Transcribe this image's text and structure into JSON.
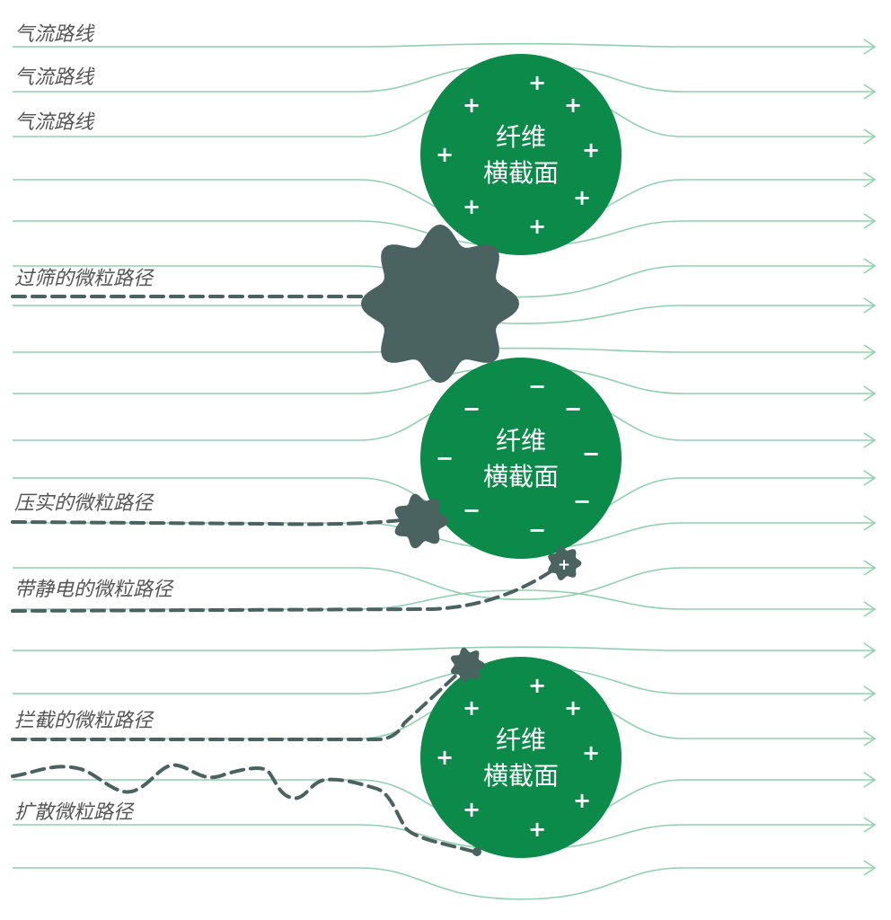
{
  "labels": {
    "airflow": "气流路线",
    "sieved": "过筛的微粒路径",
    "impaction": "压实的微粒路径",
    "electrostatic": "带静电的微粒路径",
    "interception": "拦截的微粒路径",
    "diffusion": "扩散微粒路径"
  },
  "fiber_text": {
    "line1": "纤维",
    "line2": "横截面"
  },
  "fibers": [
    {
      "charge": "+"
    },
    {
      "charge": "−"
    },
    {
      "charge": "+"
    }
  ],
  "colors": {
    "fiber": "#0b8a4a",
    "particle": "#4a6260",
    "streamline": "#8fd0b0",
    "label": "#555555"
  }
}
